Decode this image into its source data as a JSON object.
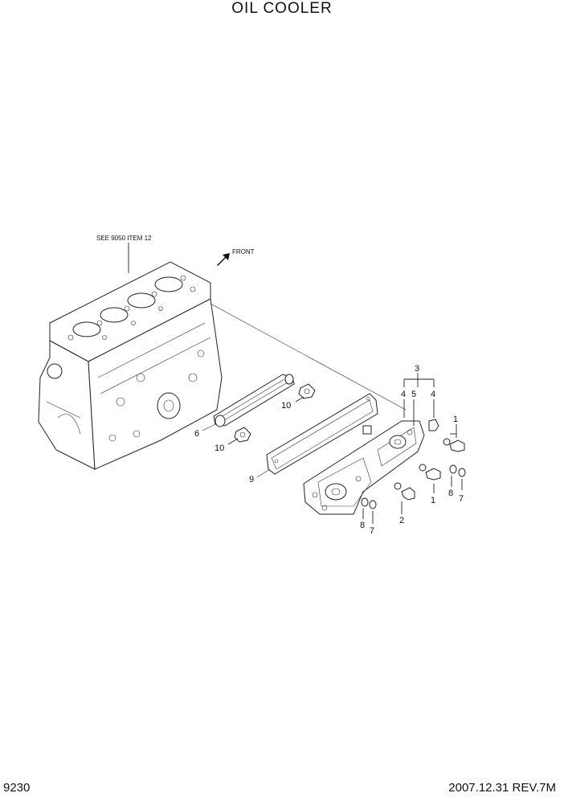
{
  "title": "OIL COOLER",
  "reference_note": "SEE 9050 ITEM 12",
  "front_label": "FRONT",
  "callouts": {
    "c1a": "1",
    "c1b": "1",
    "c2": "2",
    "c3": "3",
    "c4a": "4",
    "c4b": "4",
    "c5": "5",
    "c6": "6",
    "c7a": "7",
    "c7b": "7",
    "c8a": "8",
    "c8b": "8",
    "c9": "9",
    "c10a": "10",
    "c10b": "10"
  },
  "footer": {
    "page_number": "9230",
    "date_revision": "2007.12.31  REV.7M"
  }
}
